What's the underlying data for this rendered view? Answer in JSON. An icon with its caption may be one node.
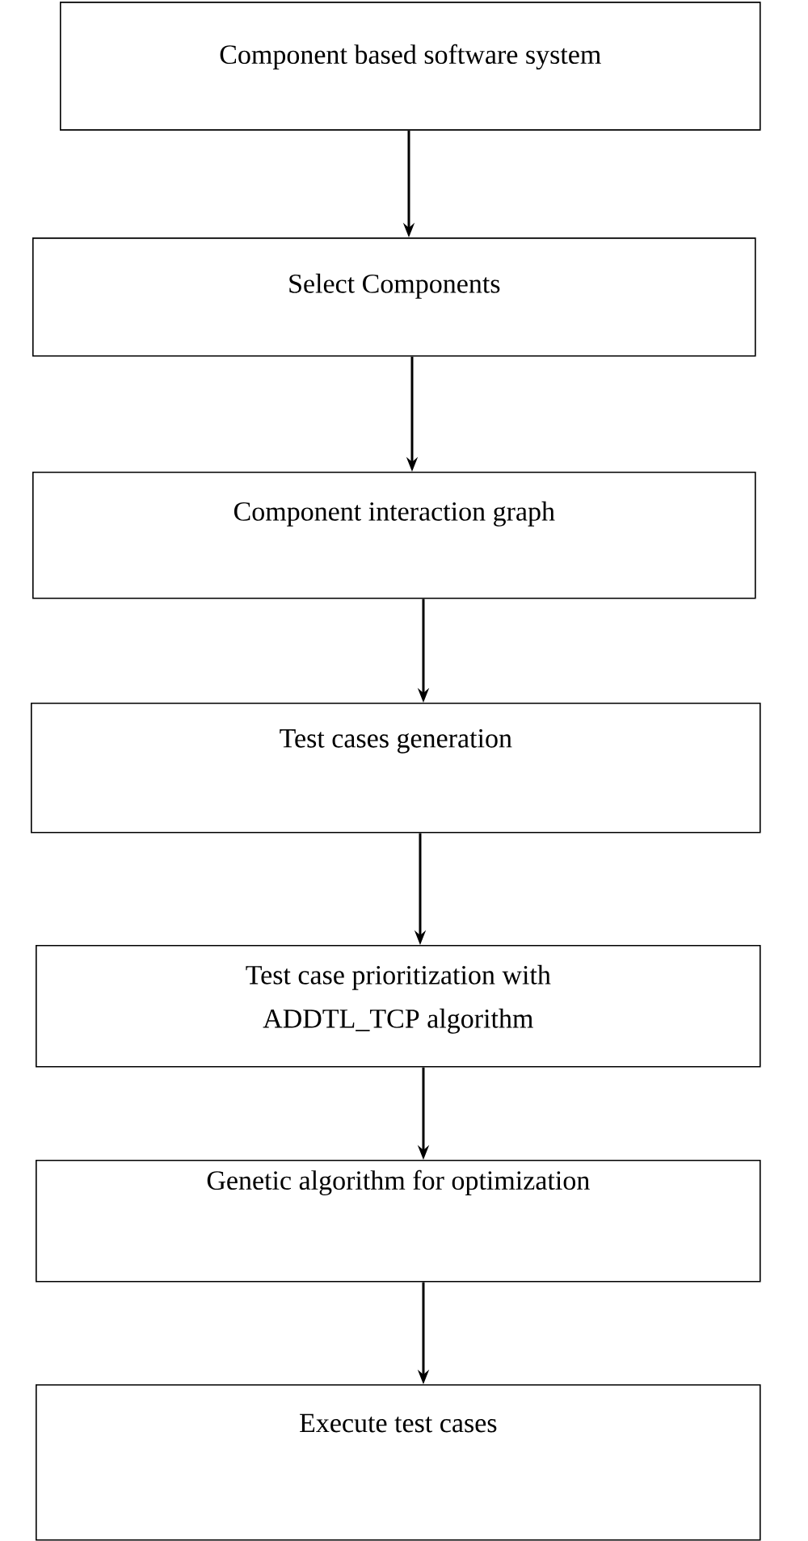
{
  "diagram": {
    "nodes": [
      {
        "text": [
          "Component based software system"
        ]
      },
      {
        "text": [
          "Select Components"
        ]
      },
      {
        "text": [
          "Component interaction graph"
        ]
      },
      {
        "text": [
          "Test cases generation"
        ]
      },
      {
        "text": [
          "Test case prioritization with ADDTL_TCP algorithm"
        ]
      },
      {
        "text": [
          "Genetic algorithm for optimization"
        ]
      },
      {
        "text": [
          "Execute test cases"
        ]
      }
    ],
    "edges": [
      {
        "from": 0,
        "to": 1,
        "arrow": "to"
      },
      {
        "from": 1,
        "to": 2,
        "arrow": "to"
      },
      {
        "from": 2,
        "to": 3,
        "arrow": "to"
      },
      {
        "from": 3,
        "to": 4,
        "arrow": "to"
      },
      {
        "from": 4,
        "to": 5,
        "arrow": "to"
      },
      {
        "from": 5,
        "to": 6,
        "arrow": "to"
      }
    ]
  }
}
